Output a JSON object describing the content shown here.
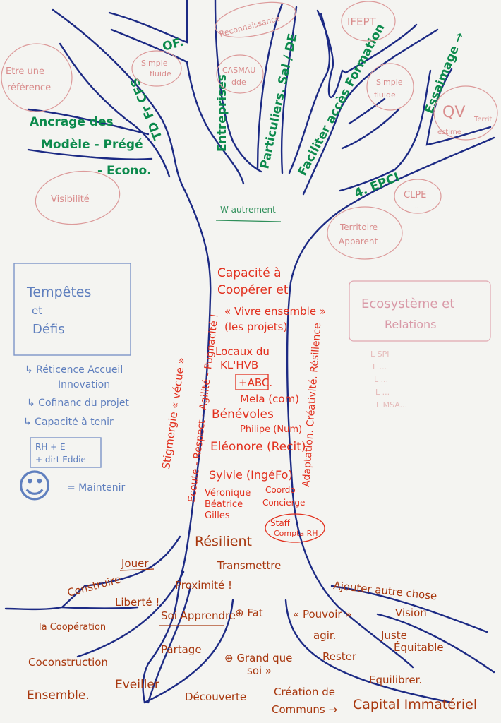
{
  "colors": {
    "branches": "#1c2a84",
    "green": "#0c8a4c",
    "pink": "#d98c8c",
    "blue": "#5f7fbe",
    "red": "#e2301e",
    "brown": "#a8380f",
    "paper": "#f4f4f1"
  },
  "branches": {
    "of": "OF.",
    "td_cfs": "TD Fr CFS",
    "ancrage": [
      "Ancrage des",
      "Modèle - Prégé",
      "- Econo."
    ],
    "entreprises": "Entreprises",
    "particuliers": "Particuliers. Sal / DE",
    "formation": "Faciliter accès Formation",
    "essaimage": "Essaimage →",
    "epci": "4. EPCI",
    "autrement": "W autrement"
  },
  "circles": {
    "reference": [
      "Etre une",
      "référence"
    ],
    "simple1": [
      "Simple",
      "fluide"
    ],
    "reconnaissance": "Reconnaissance",
    "casmau": [
      "CASMAU",
      "dde"
    ],
    "ifept": "IFEPT",
    "simple2": [
      "Simple",
      "fluide"
    ],
    "qv": [
      "QV",
      "Territ",
      "estime"
    ],
    "clpe": [
      "CLPE",
      "..."
    ],
    "territoire": [
      "Territoire",
      "Apparent"
    ],
    "visibilite": "Visibilité"
  },
  "ecosysteme": {
    "title": [
      "Ecosystème et",
      "Relations"
    ],
    "items": [
      "L SPI",
      "L ...",
      "L ...",
      "L ...",
      "L MSA..."
    ]
  },
  "tempetes": {
    "title": [
      "Tempêtes",
      "et",
      "Défis"
    ],
    "items": [
      "↳ Réticence Accueil",
      "Innovation",
      "↳ Cofinanc du projet",
      "↳ Capacité à tenir"
    ],
    "box": [
      "RH + E",
      "+ dirt Eddie"
    ],
    "smiley": "☺",
    "maintenir": "= Maintenir"
  },
  "trunk": {
    "lines": [
      "Capacité à",
      "Coopérer et",
      "« Vivre ensemble »",
      "(les projets)",
      "Locaux du",
      "KL'HVB",
      "+ABC.",
      "Mela (com)",
      "Bénévoles",
      "Philipe (Num)",
      "Eléonore (Recit)",
      "Sylvie (IngéFo)",
      "Véronique",
      "Béatrice",
      "Gilles"
    ],
    "coordo": [
      "Coordo",
      "Concierge"
    ],
    "staff": [
      "Staff",
      "Compta RH"
    ],
    "left1": "Stigmergie « vécue »",
    "left2": "Ecoute - Respect - Agilité - Pugnacité !",
    "right": "Adaptation. Créativité. Résilience"
  },
  "roots": {
    "resilient": "Résilient",
    "transmettre": "Transmettre",
    "jouer": "Jouer",
    "construire": "Construire",
    "liberte": "Liberté !",
    "proximite": "Proximité !",
    "soi_apprendre": "Soi Apprendre",
    "fat": "⊕ Fat",
    "pouvoir": "« Pouvoir »",
    "agir": "agir.",
    "rester": "Rester",
    "cooperation": "la Coopération",
    "partage": "Partage",
    "grand": "⊕ Grand que",
    "soi": "soi »",
    "coconstruction": "Coconstruction",
    "ensemble": "Ensemble.",
    "eveiller": "Eveiller",
    "decouverte": "Découverte",
    "creation": "Création de",
    "communs": "Communs →",
    "capital": "Capital Immatériel",
    "ajouter": "Ajouter autre chose",
    "vision": "Vision",
    "juste": "Juste",
    "equitable": "Équitable",
    "equilibrer": "Equilibrer."
  }
}
